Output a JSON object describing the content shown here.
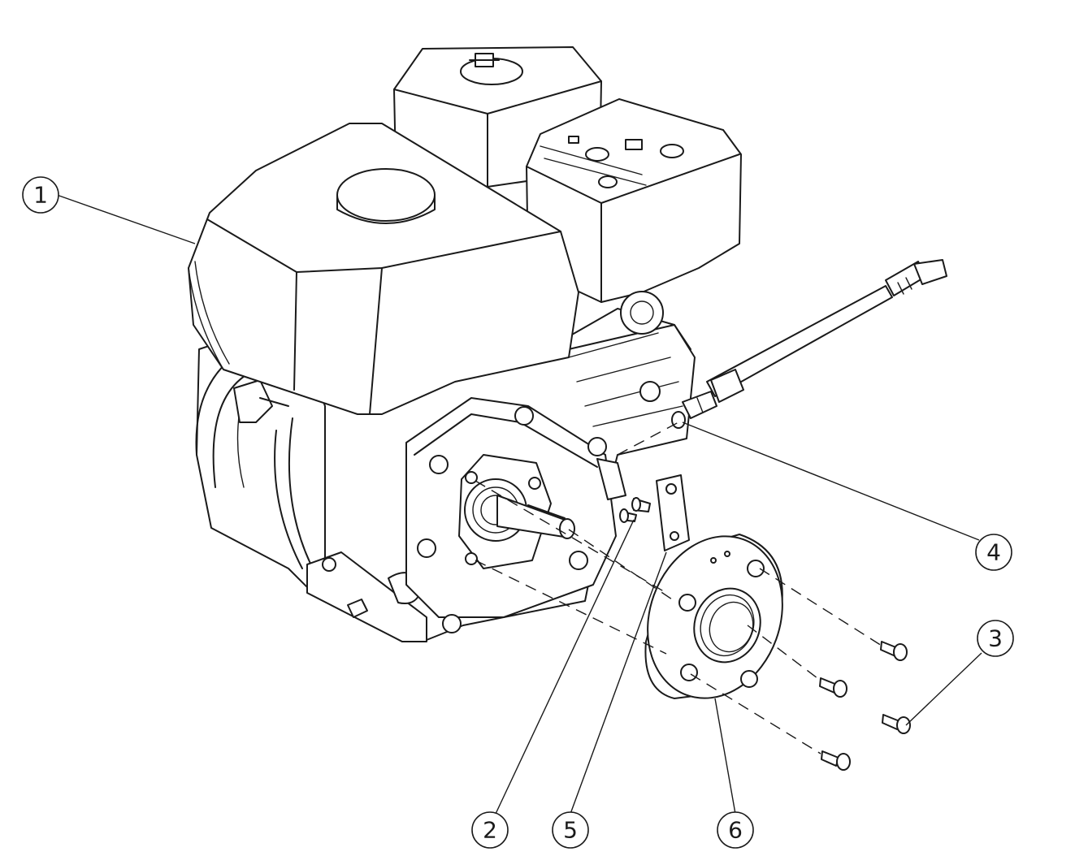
{
  "figure": {
    "type": "exploded parts diagram",
    "callouts": [
      {
        "id": "callout-1",
        "label": "1",
        "part": "engine"
      },
      {
        "id": "callout-2",
        "label": "2",
        "part": "small-bolt"
      },
      {
        "id": "callout-3",
        "label": "3",
        "part": "flat-head-screw"
      },
      {
        "id": "callout-4",
        "label": "4",
        "part": "hose-fitting"
      },
      {
        "id": "callout-5",
        "label": "5",
        "part": "mounting-bracket"
      },
      {
        "id": "callout-6",
        "label": "6",
        "part": "flange-plate"
      }
    ],
    "colors": {
      "line": "#1a1a1a",
      "background": "#ffffff"
    }
  }
}
